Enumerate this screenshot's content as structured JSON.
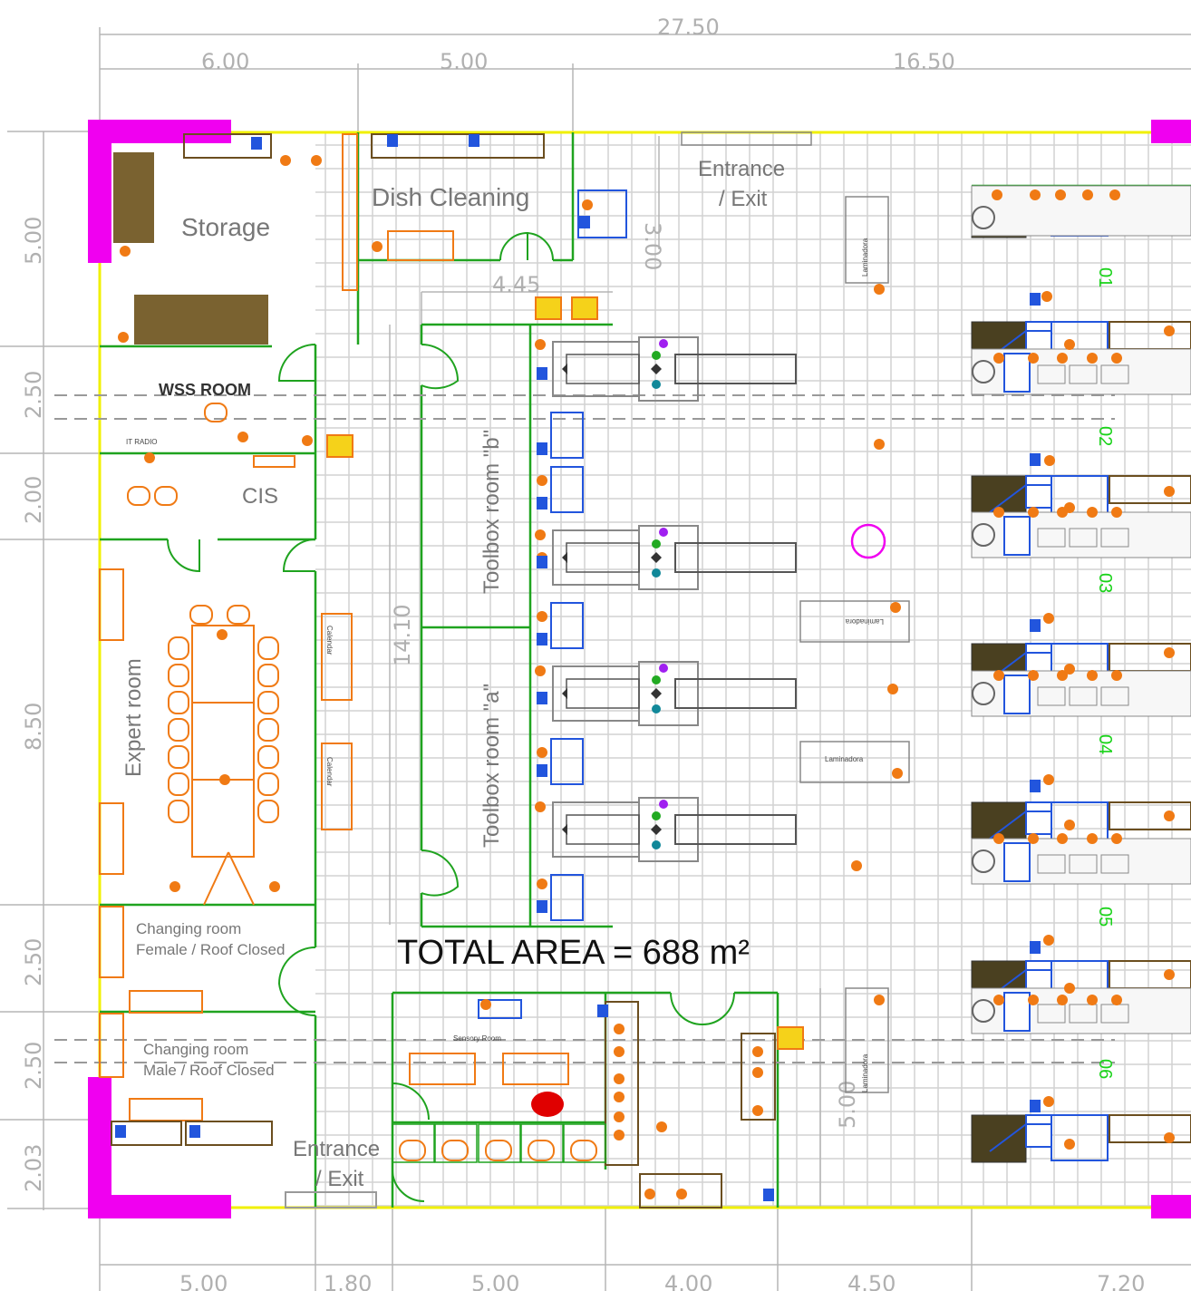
{
  "dimensions": {
    "overall": "27.50",
    "top": [
      "6.00",
      "5.00",
      "16.50"
    ],
    "left": [
      "5.00",
      "2.50",
      "2.00",
      "8.50",
      "2.50",
      "2.50",
      "2.03"
    ],
    "bottom": [
      "5.00",
      "1.80",
      "5.00",
      "4.00",
      "4.50",
      "7.20"
    ],
    "inner": {
      "corridor_width": "4.45",
      "toolbox_length": "14.10",
      "entrance_depth": "3.00",
      "lower_depth": "5.00"
    }
  },
  "rooms": {
    "storage": "Storage",
    "dish_cleaning": "Dish Cleaning",
    "entrance_top": [
      "Entrance",
      "/ Exit"
    ],
    "wss_room": "WSS ROOM",
    "cis": "CIS",
    "expert_room": "Expert room",
    "toolbox_b": "Toolbox room \"b\"",
    "toolbox_a": "Toolbox room \"a\"",
    "changing_female": [
      "Changing room",
      "Female / Roof Closed"
    ],
    "changing_male": [
      "Changing room",
      "Male / Roof Closed"
    ],
    "entrance_bottom": [
      "Entrance",
      "/ Exit"
    ],
    "sensory_room": "Sensory Room"
  },
  "equipment": {
    "laminadora": "Laminadora",
    "calendar": "Calendar",
    "fridge": "IT RADIO"
  },
  "stations": [
    "01",
    "02",
    "03",
    "04",
    "05",
    "06"
  ],
  "total_area": "TOTAL AREA = 688 m²",
  "colors": {
    "wall_green": "#1fa31f",
    "grid": "#cfcfcf",
    "outer_yellow": "#f0f000",
    "magenta": "#f000f0",
    "orange": "#f07a14",
    "blue": "#2255dd",
    "station_green": "#19d319"
  }
}
